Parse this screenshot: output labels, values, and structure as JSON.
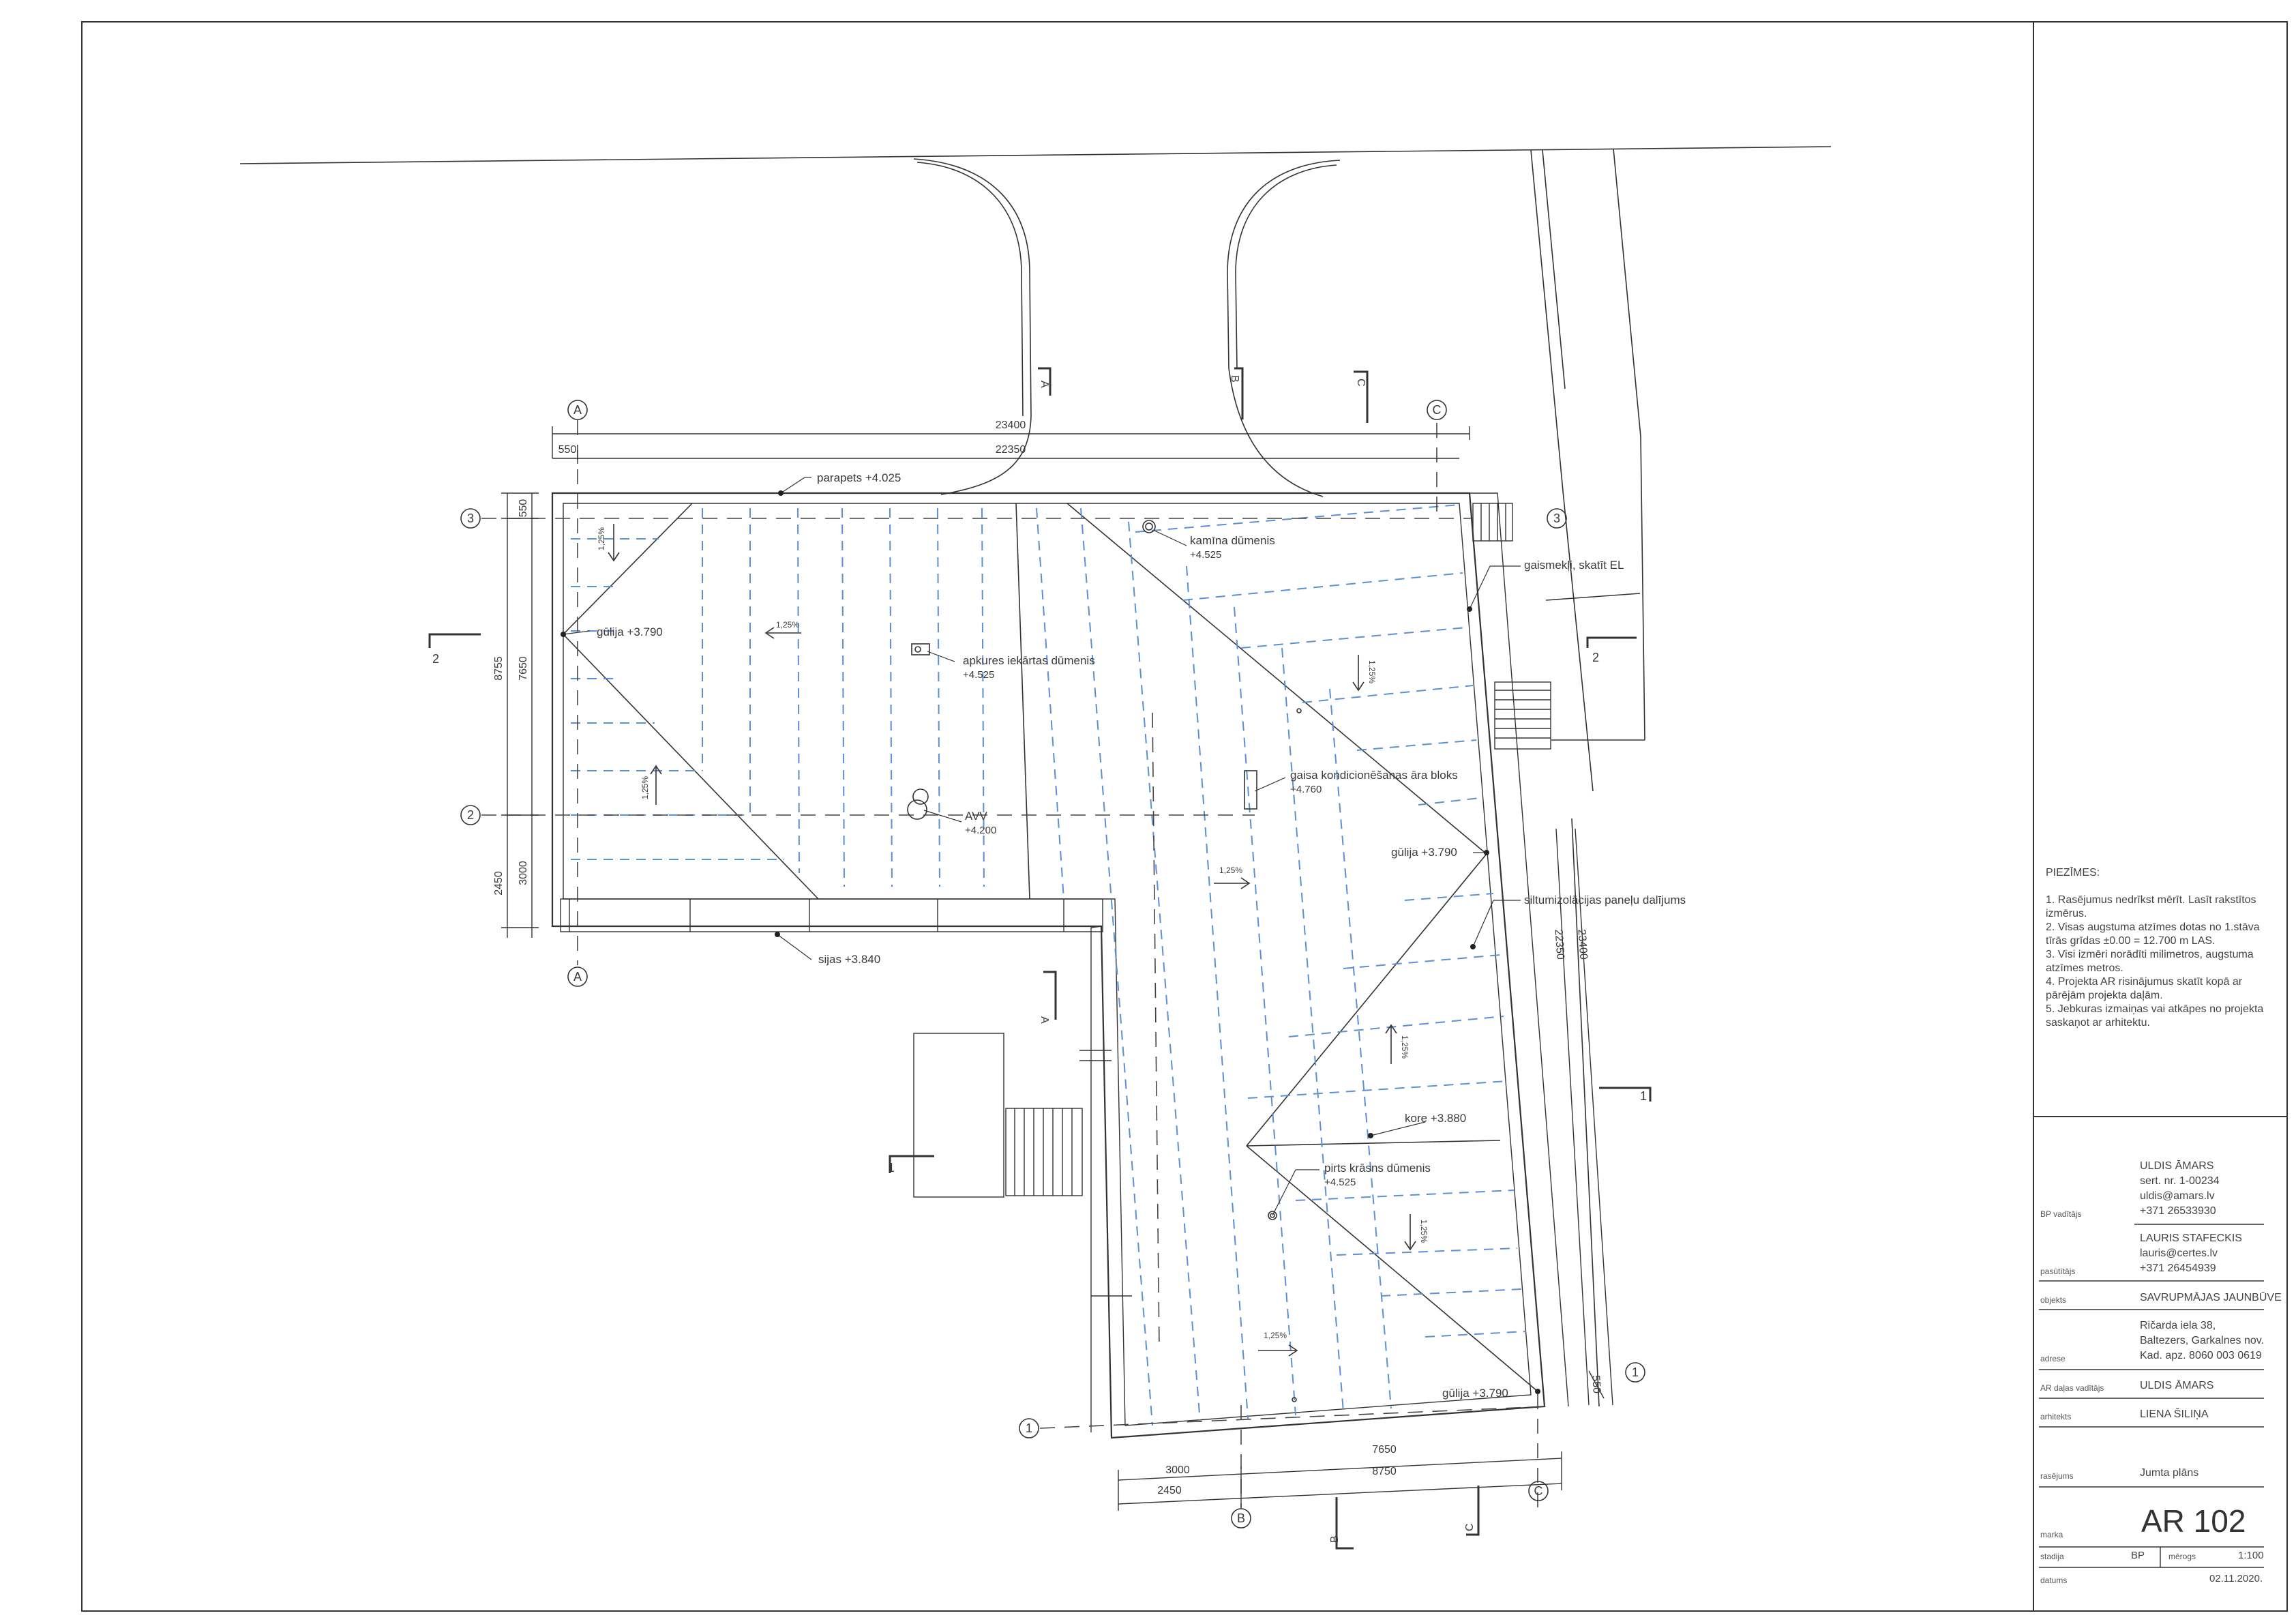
{
  "gridlines": {
    "A": "A",
    "B": "B",
    "C": "C",
    "n1": "1",
    "n2": "2",
    "n3": "3"
  },
  "sections": {
    "A": "A",
    "B": "B",
    "C": "C",
    "s1": "1",
    "s2": "2"
  },
  "dimensions": {
    "top_overall": "23400",
    "top_inner": "22350",
    "top_left": "550",
    "left_overall": "8755",
    "left_inner": "7650",
    "left_550": "550",
    "left_3000": "3000",
    "left_2450": "2450",
    "right_overall": "23400",
    "right_inner": "22350",
    "right_550": "550",
    "bottom_7650": "7650",
    "bottom_8750": "8750",
    "bottom_3000": "3000",
    "bottom_2450": "2450"
  },
  "slopes": {
    "s125": "1,25%"
  },
  "labels": {
    "parapets": "parapets +4.025",
    "kamina": "kamīna dūmenis",
    "kamina_elev": "+4.525",
    "gaismekli": "gaismekļi, skatīt EL",
    "apkures": "apkures iekārtas dūmenis",
    "apkures_elev": "+4.525",
    "gulija_left": "gūlija +3.790",
    "gaisa": "gaisa kondicionēšanas āra bloks",
    "gaisa_elev": "+4.760",
    "avv": "AVV",
    "avv_elev": "+4.200",
    "gulija_right": "gūlija +3.790",
    "siltum": "siltumizolācijas paneļu dalījums",
    "sijas": "sijas +3.840",
    "kore": "kore +3.880",
    "pirts": "pirts krāsns dūmenis",
    "pirts_elev": "+4.525",
    "gulija_bottom": "gūlija +3.790"
  },
  "notes": {
    "title": "PIEZĪMES:",
    "n1": "1. Rasējumus nedrīkst mērīt. Lasīt rakstītos izmērus.",
    "n2": "2. Visas augstuma atzīmes dotas no 1.stāva tīrās grīdas ±0.00 = 12.700 m LAS.",
    "n3": "3. Visi izmēri norādīti milimetros, augstuma atzīmes metros.",
    "n4": "4. Projekta AR risinājumus skatīt kopā ar pārējām projekta daļām.",
    "n5": "5. Jebkuras izmaiņas vai atkāpes no projekta saskaņot ar arhitektu."
  },
  "titleblock": {
    "bp_label": "BP vadītājs",
    "bp_name": "ULDIS ĀMARS",
    "bp_cert": "sert. nr. 1-00234",
    "bp_email": "uldis@amars.lv",
    "bp_phone": "+371 26533930",
    "client_label": "pasūtītājs",
    "client_name": "LAURIS STAFECKIS",
    "client_email": "lauris@certes.lv",
    "client_phone": "+371 26454939",
    "object_label": "objekts",
    "object": "SAVRUPMĀJAS JAUNBŪVE",
    "address_label": "adrese",
    "address1": "Ričarda iela 38,",
    "address2": "Baltezers, Garkalnes nov.",
    "address3": "Kad. apz. 8060 003 0619",
    "ar_label": "AR daļas vadītājs",
    "ar_name": "ULDIS ĀMARS",
    "arch_label": "arhitekts",
    "arch_name": "LIENA ŠILIŅA",
    "drawing_label": "rasējums",
    "drawing": "Jumta plāns",
    "marka_label": "marka",
    "marka": "AR 102",
    "stage_label": "stadija",
    "stage": "BP",
    "scale_label": "mērogs",
    "scale": "1:100",
    "date_label": "datums",
    "date": "02.11.2020."
  }
}
